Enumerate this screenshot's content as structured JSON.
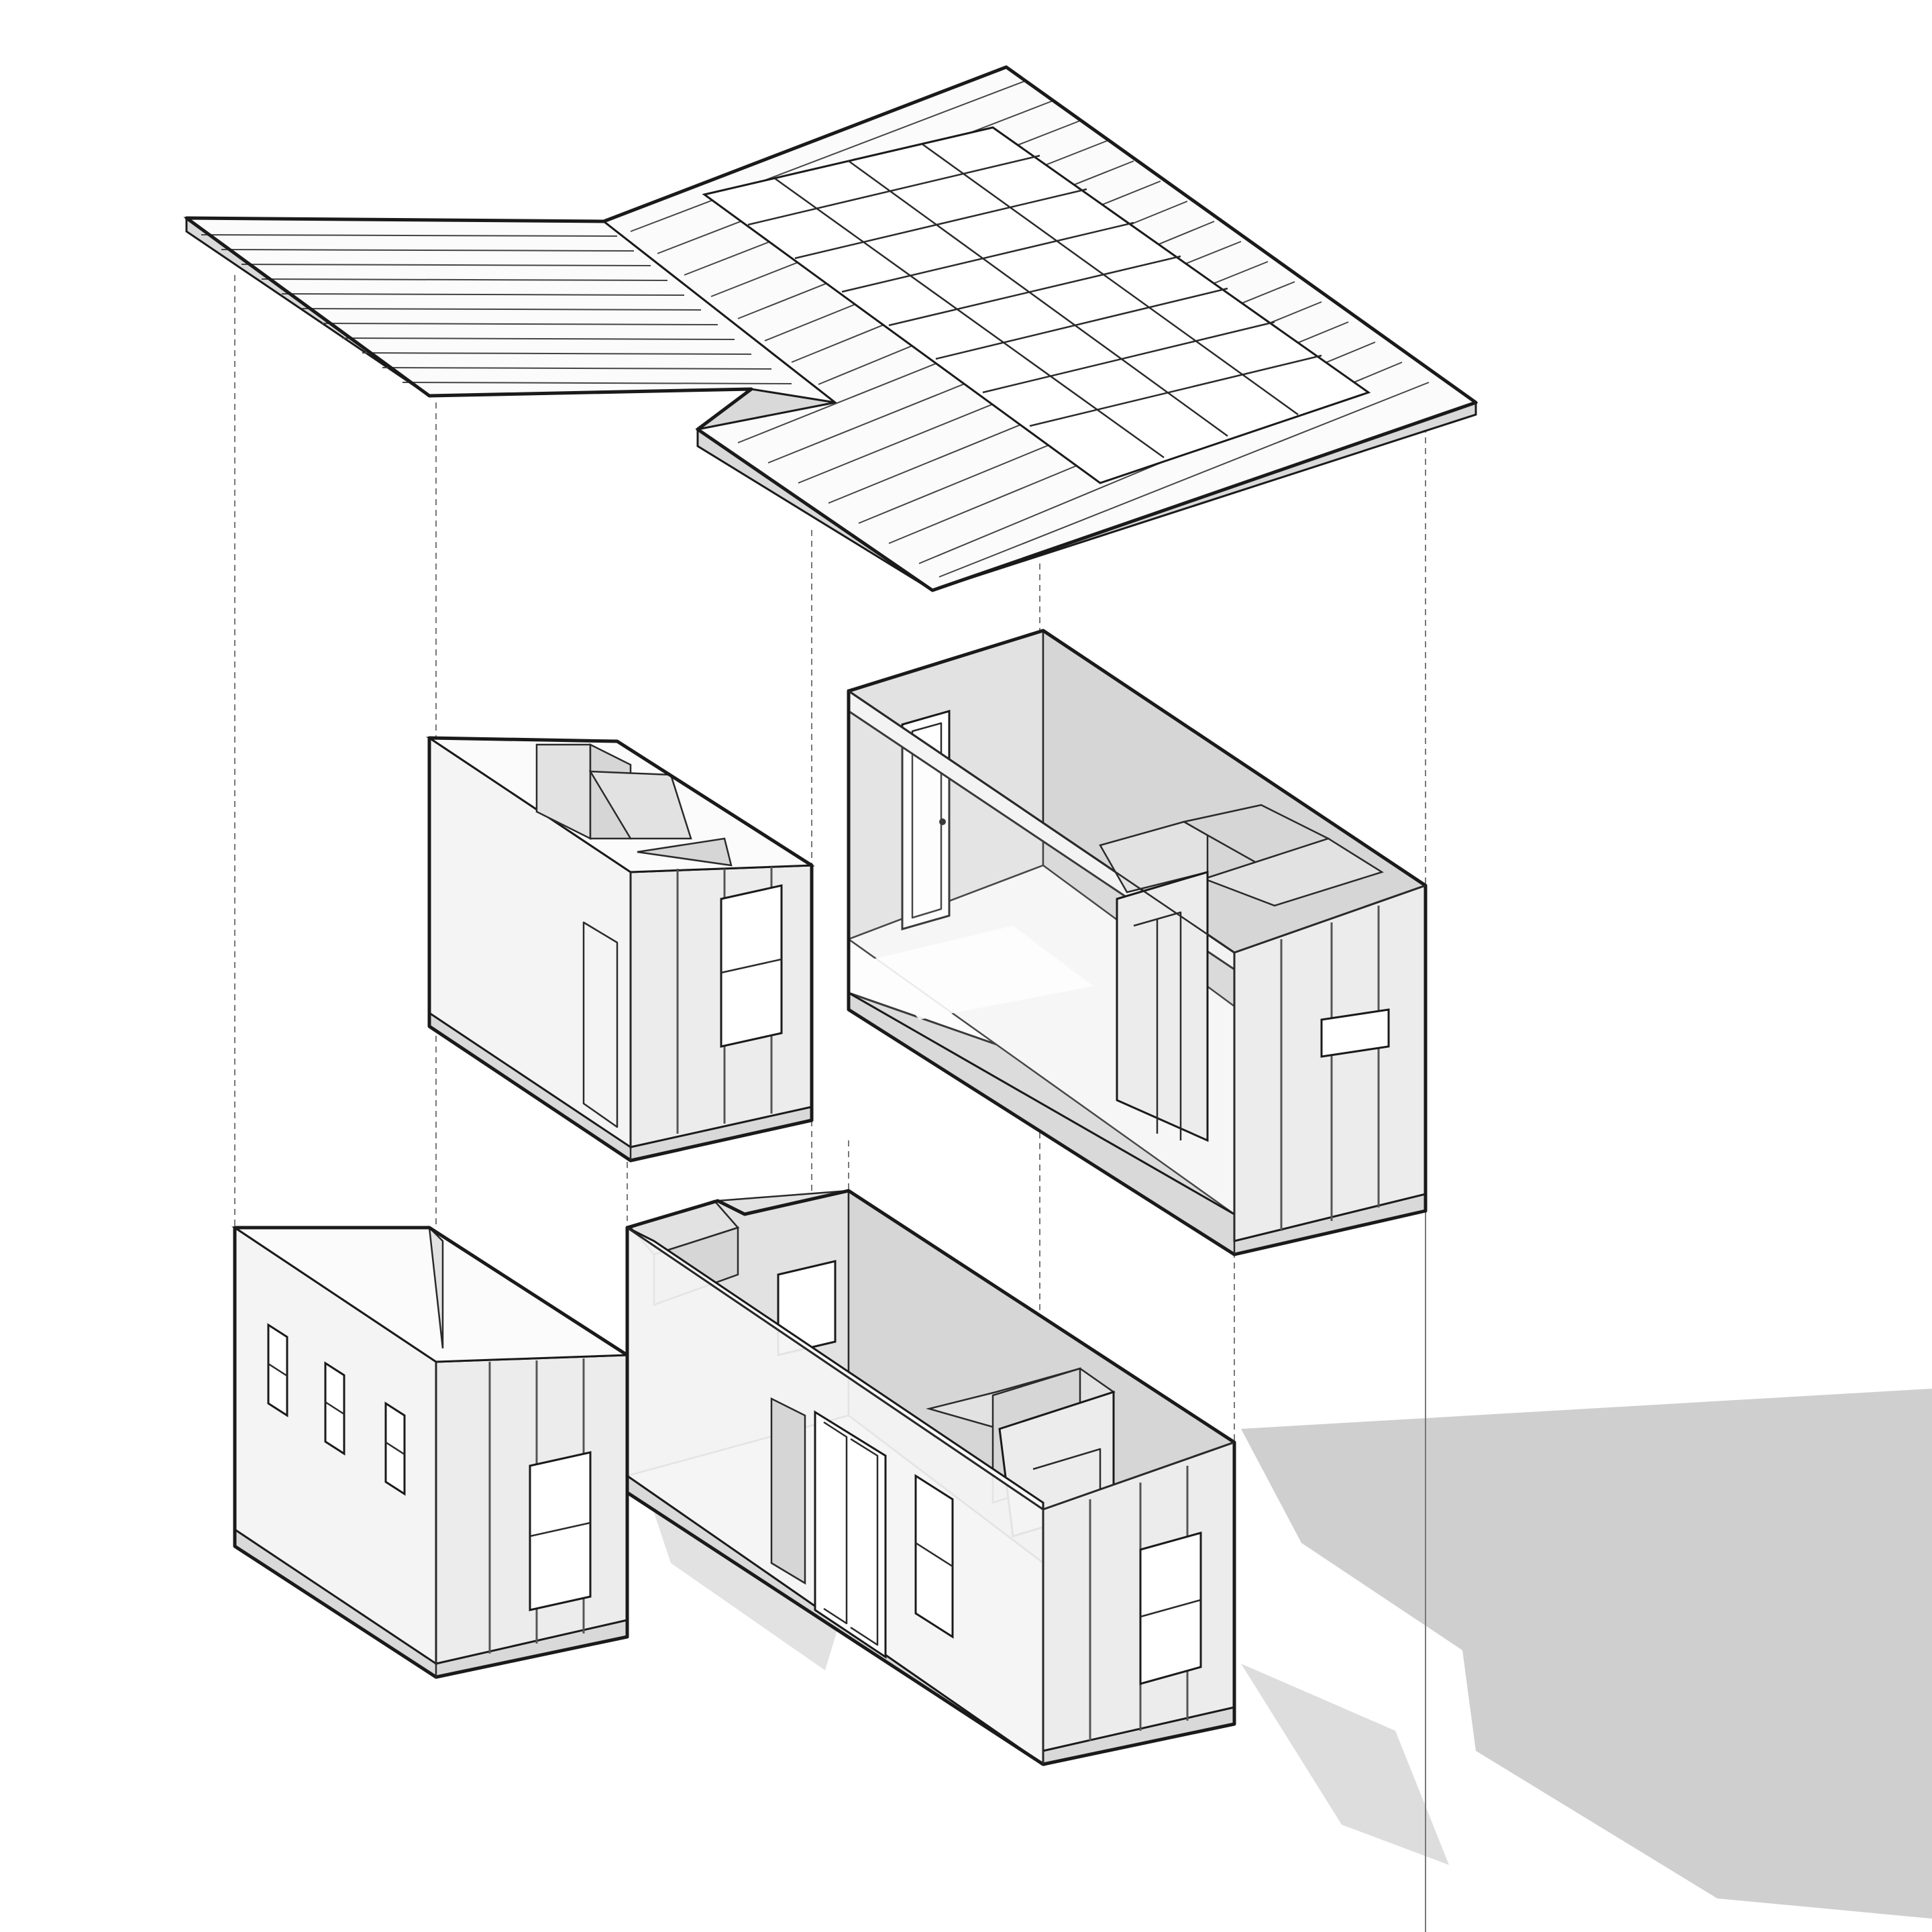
{
  "diagram": {
    "type": "exploded-axonometric",
    "colors": {
      "line": "#1a1a1a",
      "paper": "#ffffff",
      "shadow": "#cfcfcf"
    },
    "components": [
      {
        "id": "roof",
        "features": [
          "standing-seam-roof",
          "solar-panel-array"
        ]
      },
      {
        "id": "upper-module-left",
        "features": [
          "batten-cladding",
          "window"
        ]
      },
      {
        "id": "upper-module-right",
        "features": [
          "interior-door",
          "batten-cladding",
          "window"
        ]
      },
      {
        "id": "lower-module-left",
        "features": [
          "double-hung-windows",
          "batten-cladding"
        ]
      },
      {
        "id": "lower-module-right",
        "features": [
          "sliding-door",
          "double-hung-window",
          "batten-cladding"
        ]
      }
    ]
  }
}
